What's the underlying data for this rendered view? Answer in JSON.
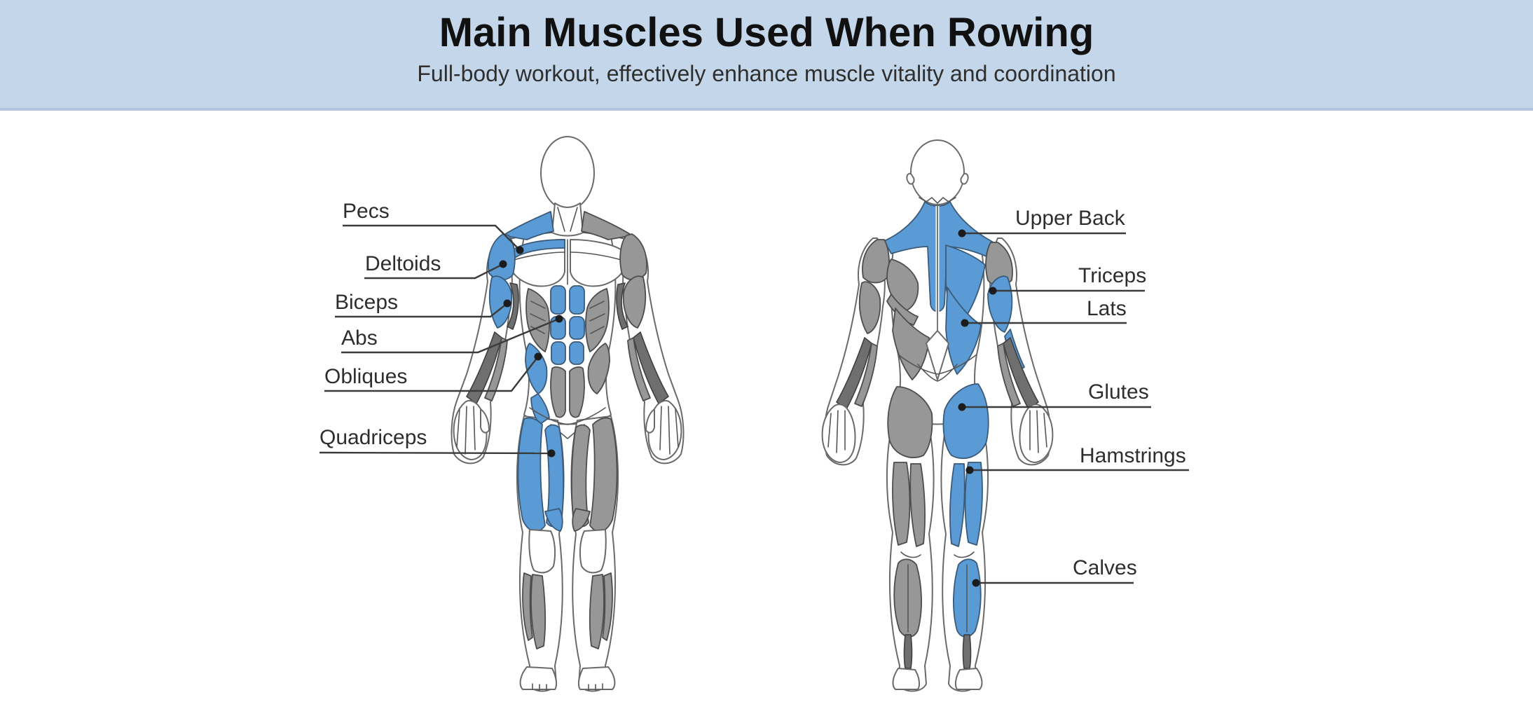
{
  "header": {
    "title": "Main Muscles Used When Rowing",
    "subtitle": "Full-body workout, effectively enhance muscle vitality and coordination"
  },
  "colors": {
    "header_bg": "#c3d6ea",
    "header_edge": "#b2c7dd",
    "title_text": "#111111",
    "subtitle_text": "#2f2f2f",
    "highlight_blue": "#5b9bd5",
    "muscle_gray": "#979797",
    "muscle_gray_dark": "#6f6f6f",
    "body_outline": "#6a6a6a",
    "leader_line": "#3b3b3b",
    "leader_dot": "#1c1c1c",
    "label_text": "#2e2e2e"
  },
  "figures": {
    "front": "front view muscular figure",
    "back": "back view muscular figure"
  },
  "labels": {
    "front": [
      {
        "text": "Pecs"
      },
      {
        "text": "Deltoids"
      },
      {
        "text": "Biceps"
      },
      {
        "text": "Abs"
      },
      {
        "text": "Obliques"
      },
      {
        "text": "Quadriceps"
      }
    ],
    "back": [
      {
        "text": "Upper Back"
      },
      {
        "text": "Triceps"
      },
      {
        "text": "Lats"
      },
      {
        "text": "Glutes"
      },
      {
        "text": "Hamstrings"
      },
      {
        "text": "Calves"
      }
    ]
  }
}
